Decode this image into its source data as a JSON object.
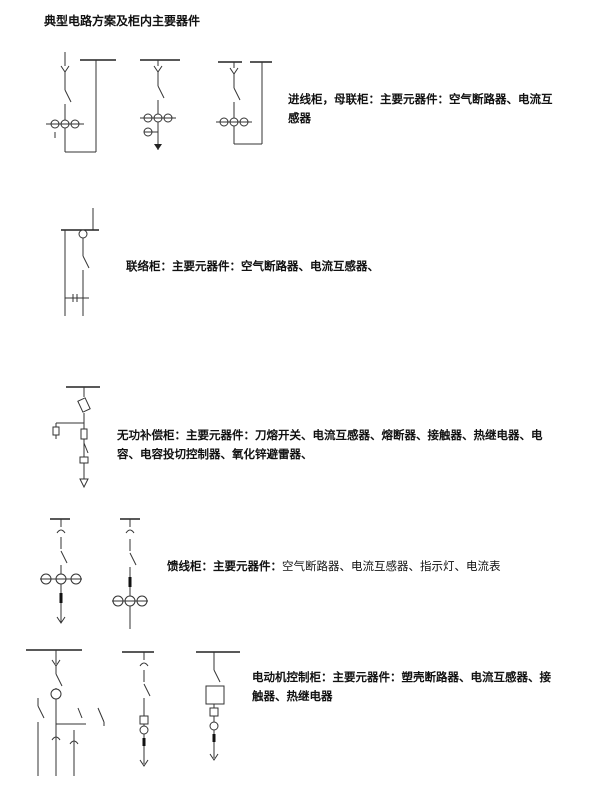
{
  "page_title": "典型电路方案及柜内主要器件",
  "sections": [
    {
      "id": "incoming",
      "label": "进线柜，母联柜：",
      "text": "主要元器件：空气断路器、电流互感器"
    },
    {
      "id": "tie",
      "label": "联络柜：",
      "text": "主要元器件：空气断路器、电流互感器、"
    },
    {
      "id": "reactive",
      "label": "无功补偿柜：",
      "text": "主要元器件：刀熔开关、电流互感器、熔断器、接触器、热继电器、电容、电容投切控制器、氧化锌避雷器、"
    },
    {
      "id": "feeder",
      "label": "馈线柜：",
      "text": "主要元器件：",
      "text_light": "空气断路器、电流互感器、指示灯、电流表"
    },
    {
      "id": "motor",
      "label": "电动机控制柜：",
      "text": "主要元器件：塑壳断路器、电流互感器、接触器、热继电器"
    }
  ]
}
